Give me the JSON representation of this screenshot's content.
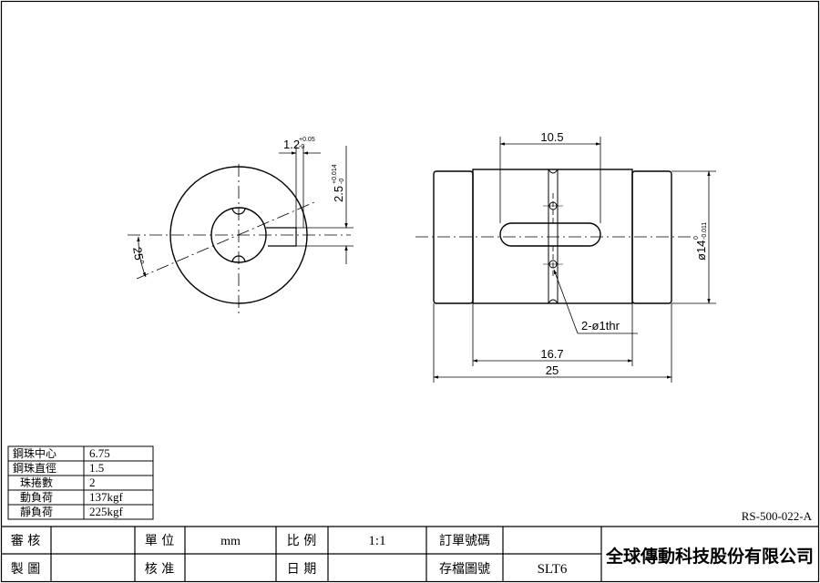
{
  "drawing": {
    "dims": {
      "key_width": "1.2",
      "key_width_tol_upper": "+0.05",
      "key_width_tol_lower": "-0",
      "key_depth": "2.5",
      "key_depth_tol_upper": "+0.014",
      "key_depth_tol_lower": "-0",
      "angle": "25°",
      "slot_length": "10.5",
      "diameter": "ø14",
      "diameter_tol_upper": "0",
      "diameter_tol_lower": "-0.011",
      "hole_callout": "2-ø1thr",
      "inner_length": "16.7",
      "total_length": "25"
    }
  },
  "specs": [
    {
      "label": "鋼珠中心",
      "value": "6.75"
    },
    {
      "label": "鋼珠直徑",
      "value": "1.5"
    },
    {
      "label": "珠捲數",
      "value": "2"
    },
    {
      "label": "動負荷",
      "value": "137kgf"
    },
    {
      "label": "靜負荷",
      "value": "225kgf"
    }
  ],
  "drawing_number": "RS-500-022-A",
  "title_block": {
    "review_label": "審 核",
    "drawn_label": "製 圖",
    "unit_label": "單 位",
    "unit_value": "mm",
    "approve_label": "核 准",
    "scale_label": "比 例",
    "scale_value": "1:1",
    "date_label": "日 期",
    "order_label": "訂單號碼",
    "archive_label": "存檔圖號",
    "archive_value": "SLT6",
    "company": "全球傳動科技股份有限公司"
  }
}
